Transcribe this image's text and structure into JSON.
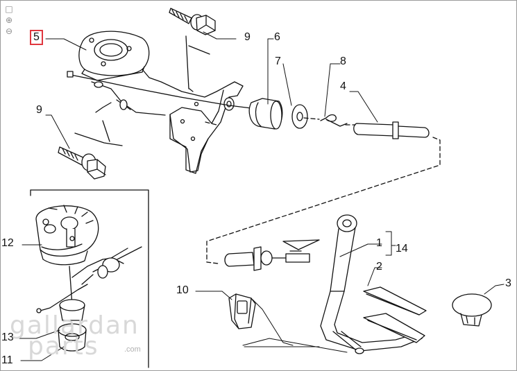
{
  "toolbar": {
    "fit_icon": "fit-to-view-icon",
    "zoom_in_icon": "zoom-in-icon",
    "zoom_out_icon": "zoom-out-icon"
  },
  "callouts": [
    {
      "id": "1",
      "label": "1"
    },
    {
      "id": "2",
      "label": "2"
    },
    {
      "id": "3",
      "label": "3"
    },
    {
      "id": "4",
      "label": "4"
    },
    {
      "id": "5",
      "label": "5",
      "highlighted": true
    },
    {
      "id": "6",
      "label": "6"
    },
    {
      "id": "7",
      "label": "7"
    },
    {
      "id": "8",
      "label": "8"
    },
    {
      "id": "9a",
      "label": "9"
    },
    {
      "id": "9b",
      "label": "9"
    },
    {
      "id": "10",
      "label": "10"
    },
    {
      "id": "11",
      "label": "11"
    },
    {
      "id": "12",
      "label": "12"
    },
    {
      "id": "13",
      "label": "13"
    },
    {
      "id": "14",
      "label": "14"
    }
  ],
  "watermark": {
    "line1": "gallardan",
    "line2": "parts",
    "suffix": ".com"
  },
  "colors": {
    "highlight": "#e0363e",
    "ink": "#111111",
    "watermark": "#d8d8d8"
  }
}
